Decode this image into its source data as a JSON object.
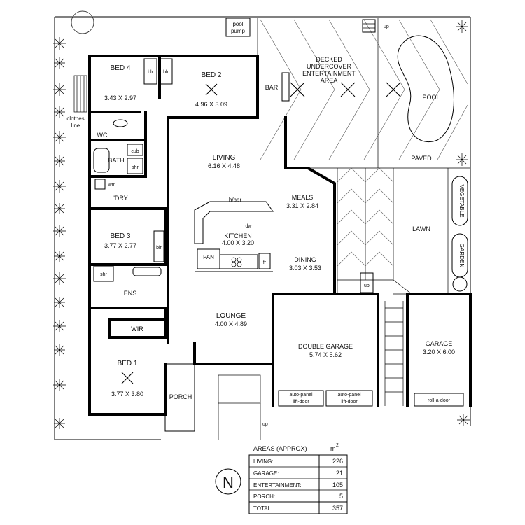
{
  "rooms": {
    "bed4": {
      "name": "BED 4",
      "size": "3.43 x 2.97"
    },
    "bed2": {
      "name": "BED 2",
      "size": "4.96 x 3.09"
    },
    "living": {
      "name": "LIVING",
      "size": "6.16 x 4.48"
    },
    "meals": {
      "name": "MEALS",
      "size": "3.31 x 2.84"
    },
    "kitchen": {
      "name": "KITCHEN",
      "size": "4.00 x 3.20"
    },
    "dining": {
      "name": "DINING",
      "size": "3.03 x 3.53"
    },
    "bed3": {
      "name": "BED 3",
      "size": "3.77 x 2.77"
    },
    "lounge": {
      "name": "LOUNGE",
      "size": "4.00 x 4.89"
    },
    "bed1": {
      "name": "BED 1",
      "size": "3.77 x 3.80"
    },
    "double_garage": {
      "name": "DOUBLE GARAGE",
      "size": "5.74 x 5.62"
    },
    "garage": {
      "name": "GARAGE",
      "size": "3.20 x 6.00"
    },
    "entertainment": {
      "line1": "DECKED",
      "line2": "UNDERCOVER",
      "line3": "ENTERTAINMENT",
      "line4": "AREA"
    }
  },
  "labels": {
    "pool_pump_1": "pool",
    "pool_pump_2": "pump",
    "bar": "BAR",
    "pool": "POOL",
    "paved": "PAVED",
    "lawn": "LAWN",
    "vegetable": "VEGETABLE",
    "garden": "GARDEN",
    "clothes_1": "clothes",
    "clothes_2": "line",
    "wc": "WC",
    "bath": "BATH",
    "cub": "cub",
    "shr": "shr",
    "wm": "wm",
    "ldry": "L'DRY",
    "blr": "blr",
    "bbar": "b/bar",
    "dw": "dw",
    "pan": "PAN",
    "fr": "fr",
    "ens": "ENS",
    "wir": "WIR",
    "porch": "PORCH",
    "up": "up",
    "auto_door_1a": "auto-panel",
    "auto_door_1b": "lift-door",
    "roll_door": "roll-a-door"
  },
  "areas_table": {
    "title": "AREAS (approx)",
    "unit": "m",
    "unit_sup": "2",
    "rows": [
      {
        "label": "LIVING:",
        "value": "226"
      },
      {
        "label": "GARAGE:",
        "value": "21"
      },
      {
        "label": "ENTERTAINMENT:",
        "value": "105"
      },
      {
        "label": "PORCH:",
        "value": "5"
      }
    ],
    "total_label": "TOTAL",
    "total_value": "357"
  },
  "north_symbol": "N"
}
